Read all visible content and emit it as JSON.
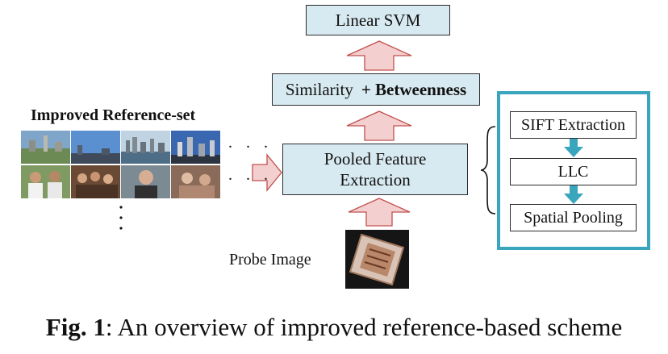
{
  "boxes": {
    "svm": "Linear SVM",
    "similarity_prefix": "Similarity",
    "similarity_plus": "+ Betweenness",
    "pooled_line1": "Pooled Feature",
    "pooled_line2": "Extraction",
    "sift": "SIFT Extraction",
    "llc": "LLC",
    "spatial": "Spatial Pooling"
  },
  "labels": {
    "reference_set": "Improved Reference-set",
    "probe": "Probe Image",
    "hdots": ". . ."
  },
  "caption": {
    "fig": "Fig. 1",
    "text": ": An overview of improved reference-based scheme"
  },
  "colors": {
    "box_fill": "#d8eaf1",
    "arrow_fill": "#f3cfcf",
    "arrow_stroke": "#c0504d",
    "frame_border": "#3aa6be",
    "connector": "#3aa6be"
  }
}
